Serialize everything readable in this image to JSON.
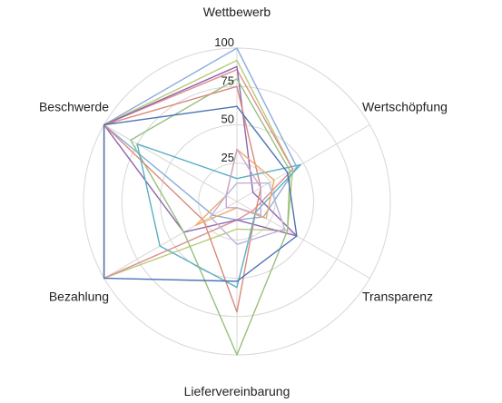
{
  "chart_data": {
    "type": "radar",
    "axes": [
      "Wettbewerb",
      "Wertschöpfung",
      "Transparenz",
      "Liefervereinbarung",
      "Bezahlung",
      "Beschwerde"
    ],
    "ticks": [
      25,
      50,
      75,
      100
    ],
    "range": [
      0,
      100
    ],
    "grid": "circular",
    "series": [
      {
        "color": "#8aaede",
        "values": [
          100,
          45,
          20,
          12,
          18,
          100
        ]
      },
      {
        "color": "#b9cc7c",
        "values": [
          92,
          42,
          38,
          18,
          100,
          100
        ]
      },
      {
        "color": "#df8f8f",
        "values": [
          86,
          42,
          12,
          12,
          100,
          100
        ]
      },
      {
        "color": "#8f66ad",
        "values": [
          88,
          12,
          45,
          12,
          40,
          100
        ]
      },
      {
        "color": "#97c17e",
        "values": [
          80,
          40,
          38,
          100,
          40,
          80
        ]
      },
      {
        "color": "#d9897c",
        "values": [
          75,
          18,
          14,
          72,
          25,
          100
        ]
      },
      {
        "color": "#5aaec2",
        "values": [
          15,
          48,
          14,
          56,
          58,
          75
        ]
      },
      {
        "color": "#4d73b5",
        "values": [
          62,
          38,
          45,
          52,
          100,
          100
        ]
      },
      {
        "color": "#f2a864",
        "values": [
          34,
          28,
          22,
          4,
          31,
          8
        ]
      },
      {
        "color": "#c8a7cf",
        "values": [
          34,
          18,
          18,
          4,
          8,
          8
        ]
      },
      {
        "color": "#bcb3d8",
        "values": [
          12,
          24,
          36,
          28,
          20,
          8
        ]
      }
    ]
  }
}
